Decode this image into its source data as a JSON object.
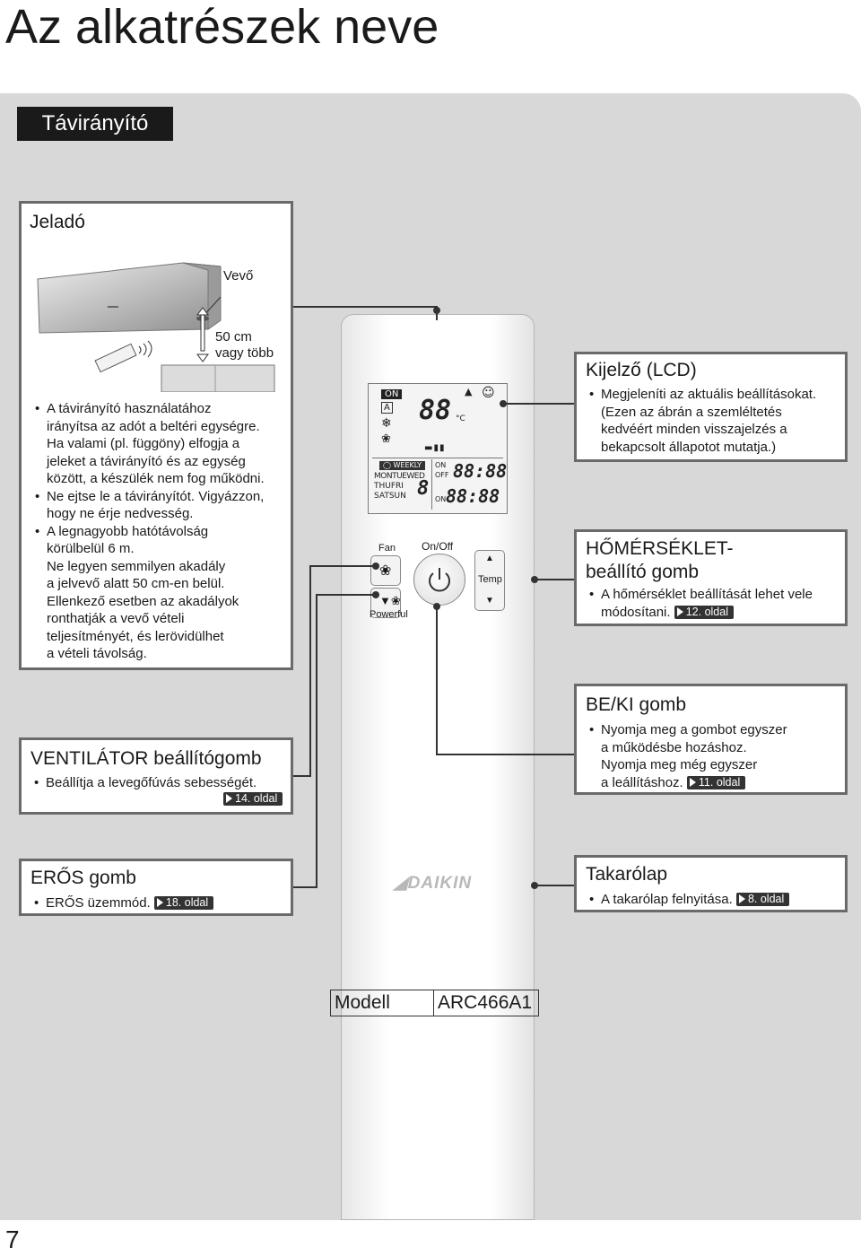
{
  "page_title": "Az alkatrészek neve",
  "section_label": "Távirányító",
  "transmitter": {
    "title": "Jeladó",
    "receiver_label": "Vevő",
    "distance_label_1": "50 cm",
    "distance_label_2": "vagy több",
    "bullets": [
      {
        "line1": "A távirányító használatához",
        "line2": "irányítsa az adót a beltéri egységre."
      },
      {
        "line1": "Ha valami (pl. függöny) elfogja a",
        "line2": "jeleket a távirányító és az egység",
        "line3": "között, a készülék nem fog működni."
      },
      {
        "line1": "Ne ejtse le a távirányítót. Vigyázzon,",
        "line2": "hogy ne érje nedvesség."
      },
      {
        "line1": "A legnagyobb hatótávolság",
        "line2": "körülbelül 6 m."
      },
      {
        "line1": "Ne legyen semmilyen akadály",
        "line2": "a jelvevő alatt 50 cm-en belül."
      },
      {
        "line1": "Ellenkező esetben az akadályok",
        "line2": "ronthatják a vevő vételi",
        "line3": "teljesítményét, és lerövidülhet",
        "line4": "a vételi távolság."
      }
    ]
  },
  "display": {
    "title": "Kijelző (LCD)",
    "line1": "Megjeleníti az aktuális beállításokat.",
    "line2": "(Ezen az ábrán a szemléltetés",
    "line3": "kedvéért minden visszajelzés a",
    "line4": "bekapcsolt állapotot mutatja.)"
  },
  "temp_button": {
    "title1": "HŐMÉRSÉKLET-",
    "title2": "beállító gomb",
    "line1": "A hőmérséklet beállítását lehet vele",
    "line2": "módosítani.",
    "ref": "12. oldal"
  },
  "onoff_button": {
    "title": "BE/KI gomb",
    "line1": "Nyomja meg a gombot egyszer",
    "line2": "a működésbe hozáshoz.",
    "line3": "Nyomja meg még egyszer",
    "line4": "a leállításhoz.",
    "ref": "11. oldal"
  },
  "fan_button": {
    "title": "VENTILÁTOR beállítógomb",
    "line1": "Beállítja a levegőfúvás sebességét.",
    "ref": "14. oldal"
  },
  "powerful_button": {
    "title": "ERŐS gomb",
    "line1": "ERŐS üzemmód.",
    "ref": "18. oldal"
  },
  "cover": {
    "title": "Takarólap",
    "line1": "A takarólap felnyitása.",
    "ref": "8. oldal"
  },
  "remote": {
    "lcd_on": "ON",
    "lcd_temp": "88",
    "lcd_unit": "°C",
    "lcd_weekly": "WEEKLY",
    "lcd_days1": "MONTUEWED",
    "lcd_days2": "THUFRI",
    "lcd_days3": "SATSUN",
    "lcd_day_num": "8",
    "lcd_on_label": "ON",
    "lcd_off_label": "OFF",
    "lcd_on_label2": "ON",
    "lcd_time1": "88:88",
    "lcd_time2": "88:88",
    "lcd_a": "A",
    "fan_label": "Fan",
    "onoff_label": "On/Off",
    "powerful_label": "Powerful",
    "temp_label": "Temp",
    "brand": "DAIKIN"
  },
  "unit_logo": "DAIKIN",
  "model": {
    "label": "Modell",
    "value": "ARC466A1"
  },
  "page_number": "7"
}
